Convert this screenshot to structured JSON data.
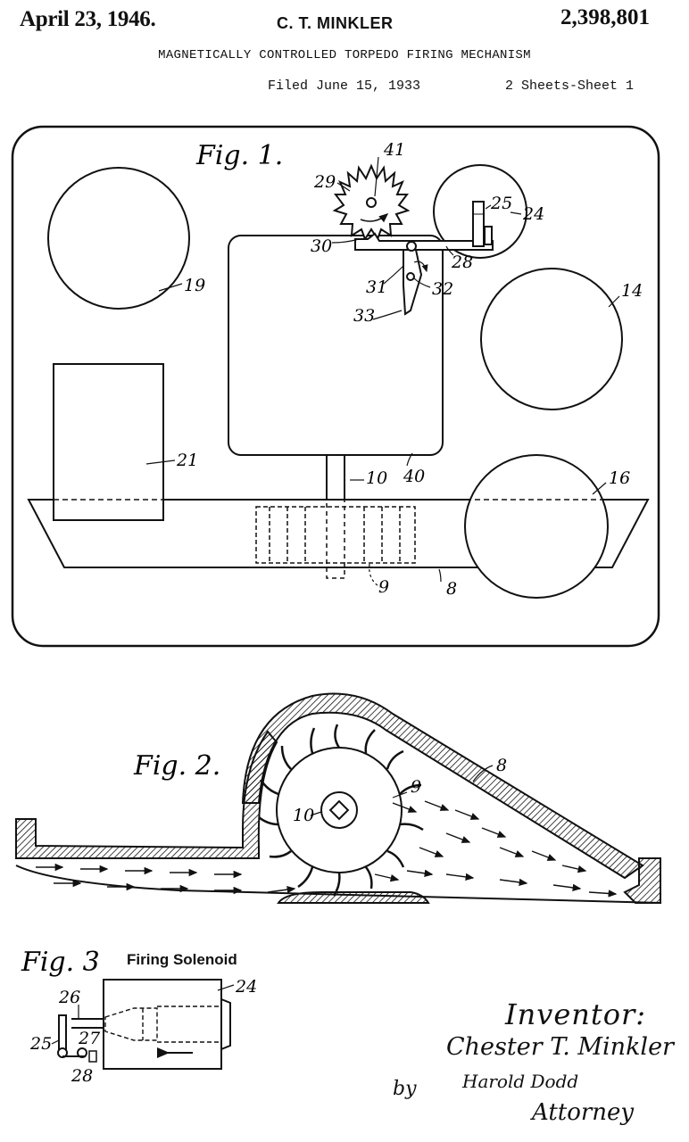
{
  "header": {
    "date": "April 23, 1946.",
    "inventor": "C. T. MINKLER",
    "patent_number": "2,398,801",
    "title": "MAGNETICALLY CONTROLLED TORPEDO FIRING MECHANISM",
    "filed": "Filed June 15, 1933",
    "sheets": "2 Sheets-Sheet 1"
  },
  "fig1": {
    "label": "Fig. 1.",
    "refs": {
      "r41": "41",
      "r29": "29",
      "r25": "25",
      "r24": "24",
      "r30": "30",
      "r28": "28",
      "r31": "31",
      "r32": "32",
      "r33": "33",
      "r19": "19",
      "r14": "14",
      "r21": "21",
      "r10": "10",
      "r40": "40",
      "r16": "16",
      "r9": "9",
      "r8": "8"
    }
  },
  "fig2": {
    "label": "Fig. 2.",
    "refs": {
      "r8": "8",
      "r9": "9",
      "r10": "10"
    }
  },
  "fig3": {
    "label": "Fig. 3",
    "caption": "Firing Solenoid",
    "refs": {
      "r26": "26",
      "r24": "24",
      "r25": "25",
      "r27": "27",
      "r28": "28"
    }
  },
  "signature": {
    "inventor_label": "Inventor:",
    "inventor_name": "Chester T. Minkler",
    "by": "by",
    "attorney_name": "Harold Dodd",
    "attorney_label": "Attorney"
  }
}
